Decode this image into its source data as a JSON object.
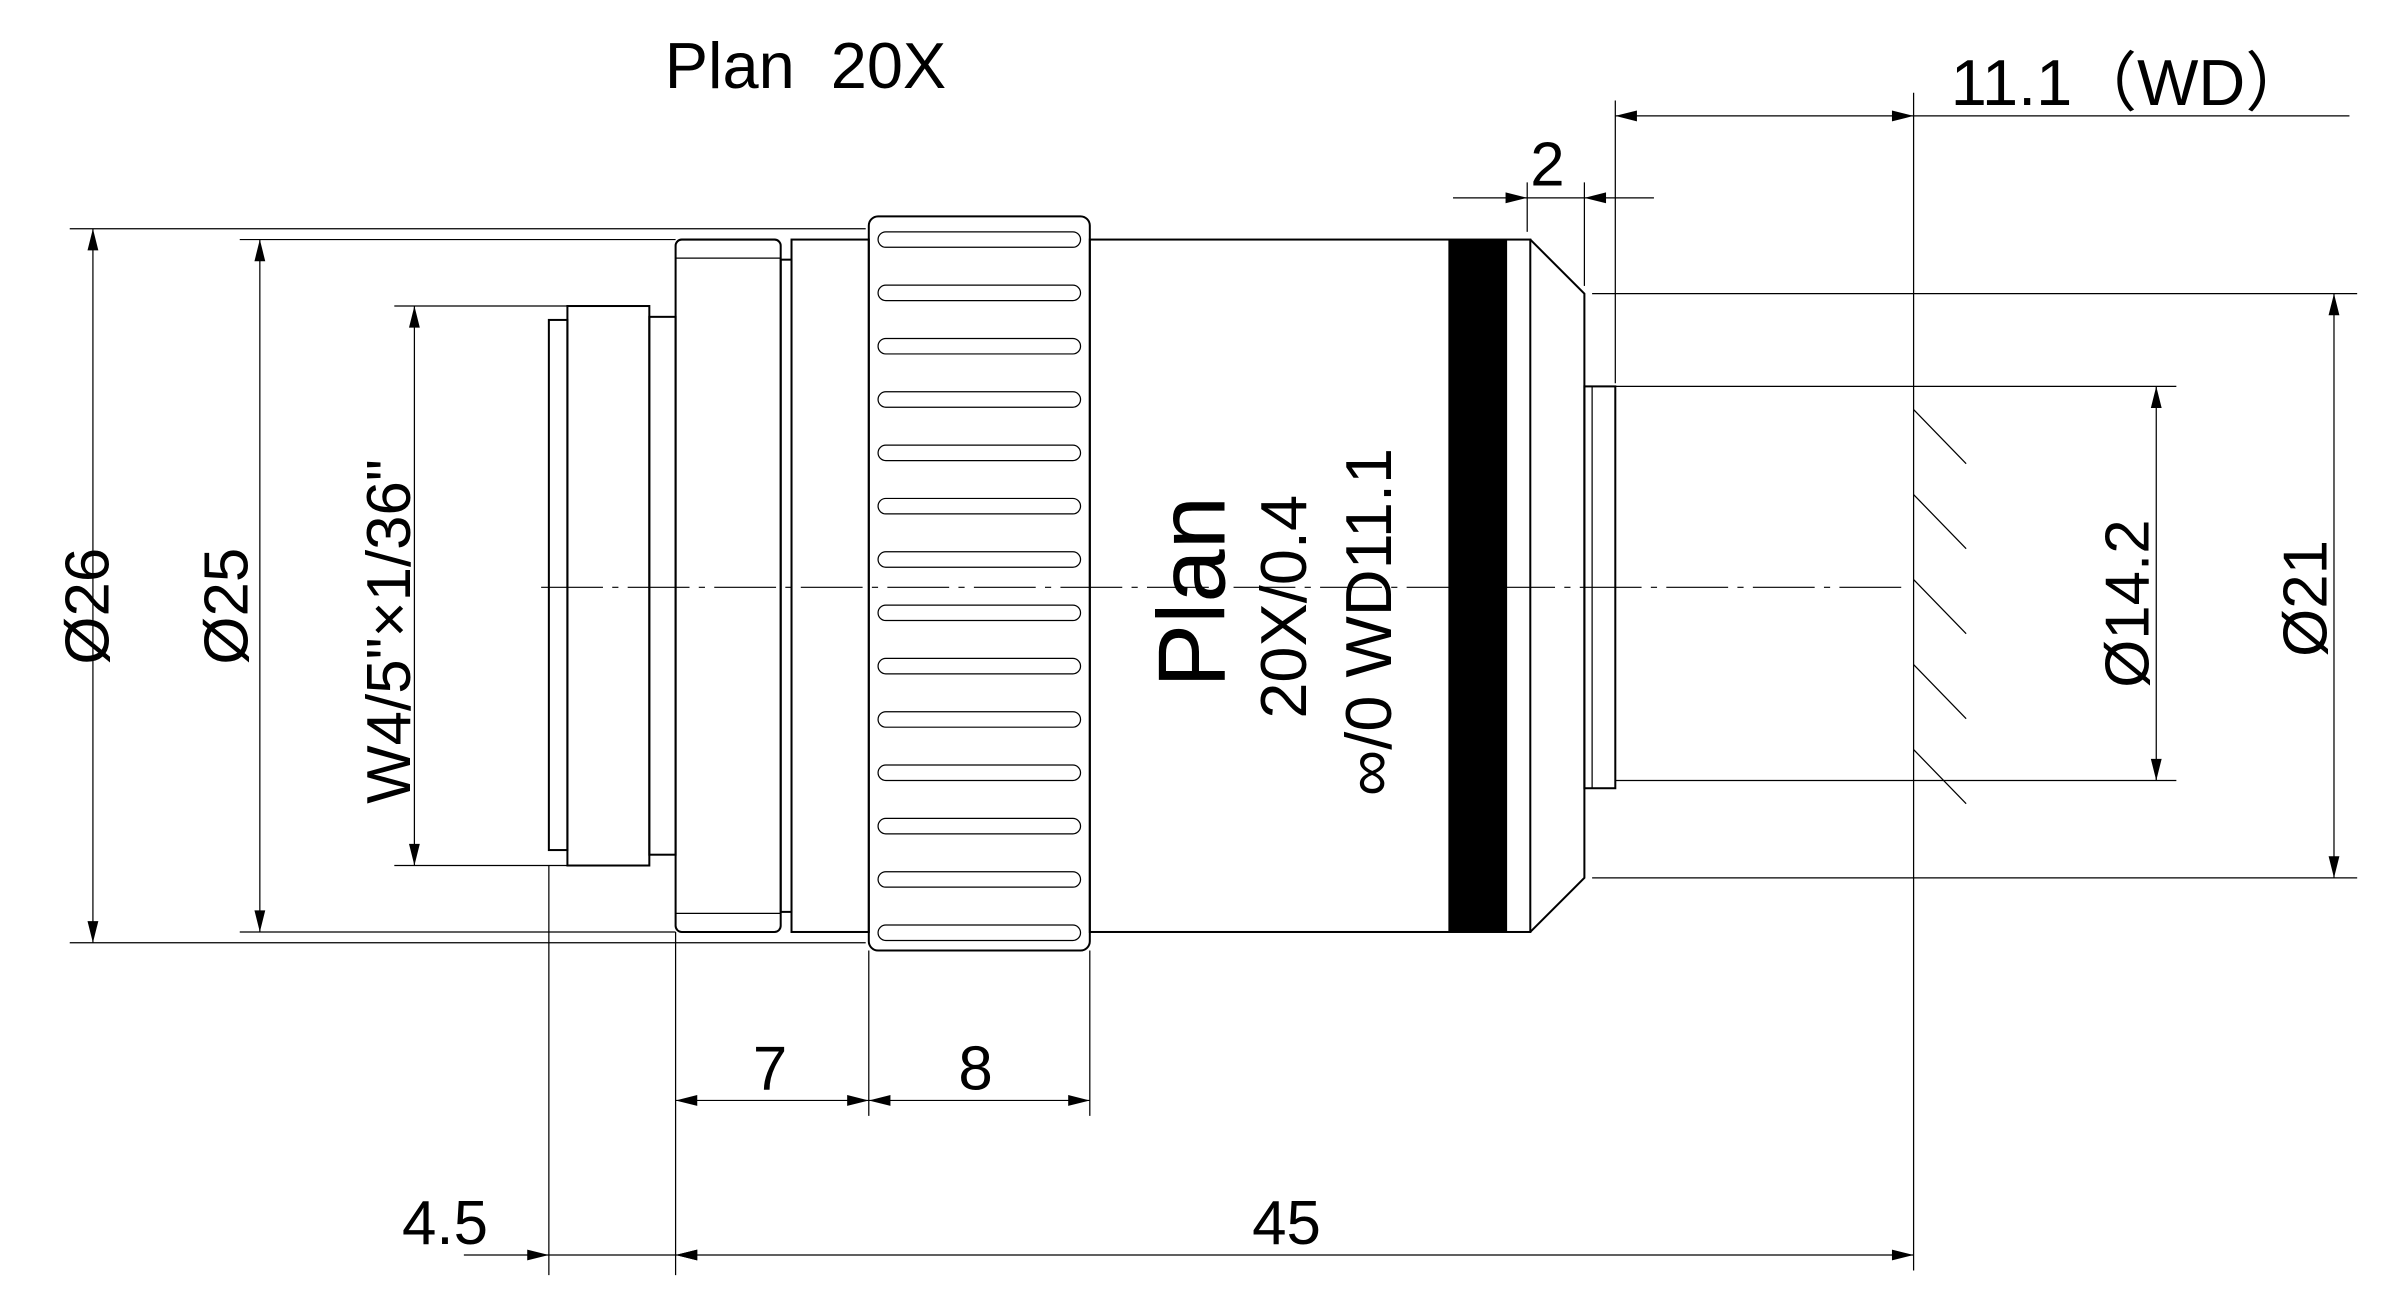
{
  "title": "Plan  20X",
  "dimensions": {
    "working_distance": "11.1（WD）",
    "front_step": "2",
    "outer_diameter": "Ø26",
    "collar_diameter": "Ø25",
    "thread": "W4/5\"×1/36\"",
    "front_diameter": "Ø14.2",
    "nose_diameter": "Ø21",
    "collar_length": "7",
    "knurl_length": "8",
    "thread_length": "4.5",
    "parfocal_length": "45"
  },
  "lens_markings": {
    "type": "Plan",
    "magnification_na": "20X/0.4",
    "tube_cover_wd": "∞/0 WD11.1"
  },
  "colors": {
    "line": "#000000",
    "band": "#000000"
  }
}
